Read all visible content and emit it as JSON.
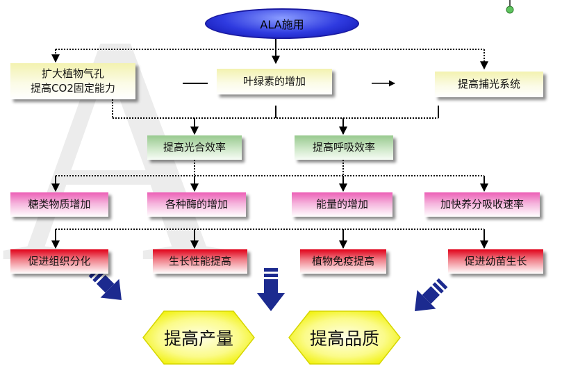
{
  "top": {
    "label": "ALA施用"
  },
  "level1": [
    {
      "id": "stomata",
      "lines": [
        "扩大植物气孔",
        "提高CO2固定能力"
      ]
    },
    {
      "id": "chlorophyll",
      "lines": [
        "叶绿素的增加"
      ]
    },
    {
      "id": "capture",
      "lines": [
        "提高捕光系统"
      ]
    }
  ],
  "level2": [
    {
      "id": "photosynthesis",
      "label": "提高光合效率"
    },
    {
      "id": "respiration",
      "label": "提高呼吸效率"
    }
  ],
  "level3": [
    {
      "id": "sugar",
      "label": "糖类物质增加"
    },
    {
      "id": "enzyme",
      "label": "各种酶的增加"
    },
    {
      "id": "energy",
      "label": "能量的增加"
    },
    {
      "id": "absorption",
      "label": "加快养分吸收速率"
    }
  ],
  "level4": [
    {
      "id": "differentiation",
      "label": "促进组织分化"
    },
    {
      "id": "growth",
      "label": "生长性能提高"
    },
    {
      "id": "immunity",
      "label": "植物免疫提高"
    },
    {
      "id": "seedling",
      "label": "促进幼苗生长"
    }
  ],
  "outcomes": [
    {
      "id": "yield",
      "label": "提高产量"
    },
    {
      "id": "quality",
      "label": "提高品质"
    }
  ],
  "colors": {
    "oval": "#2f3be0",
    "level1": "#f3f2b0",
    "level2": "#98c98f",
    "level3": "#ec5fb6",
    "level4": "#e00018",
    "arrows": "#1c2a8f",
    "hexagon": "#f5f500"
  }
}
